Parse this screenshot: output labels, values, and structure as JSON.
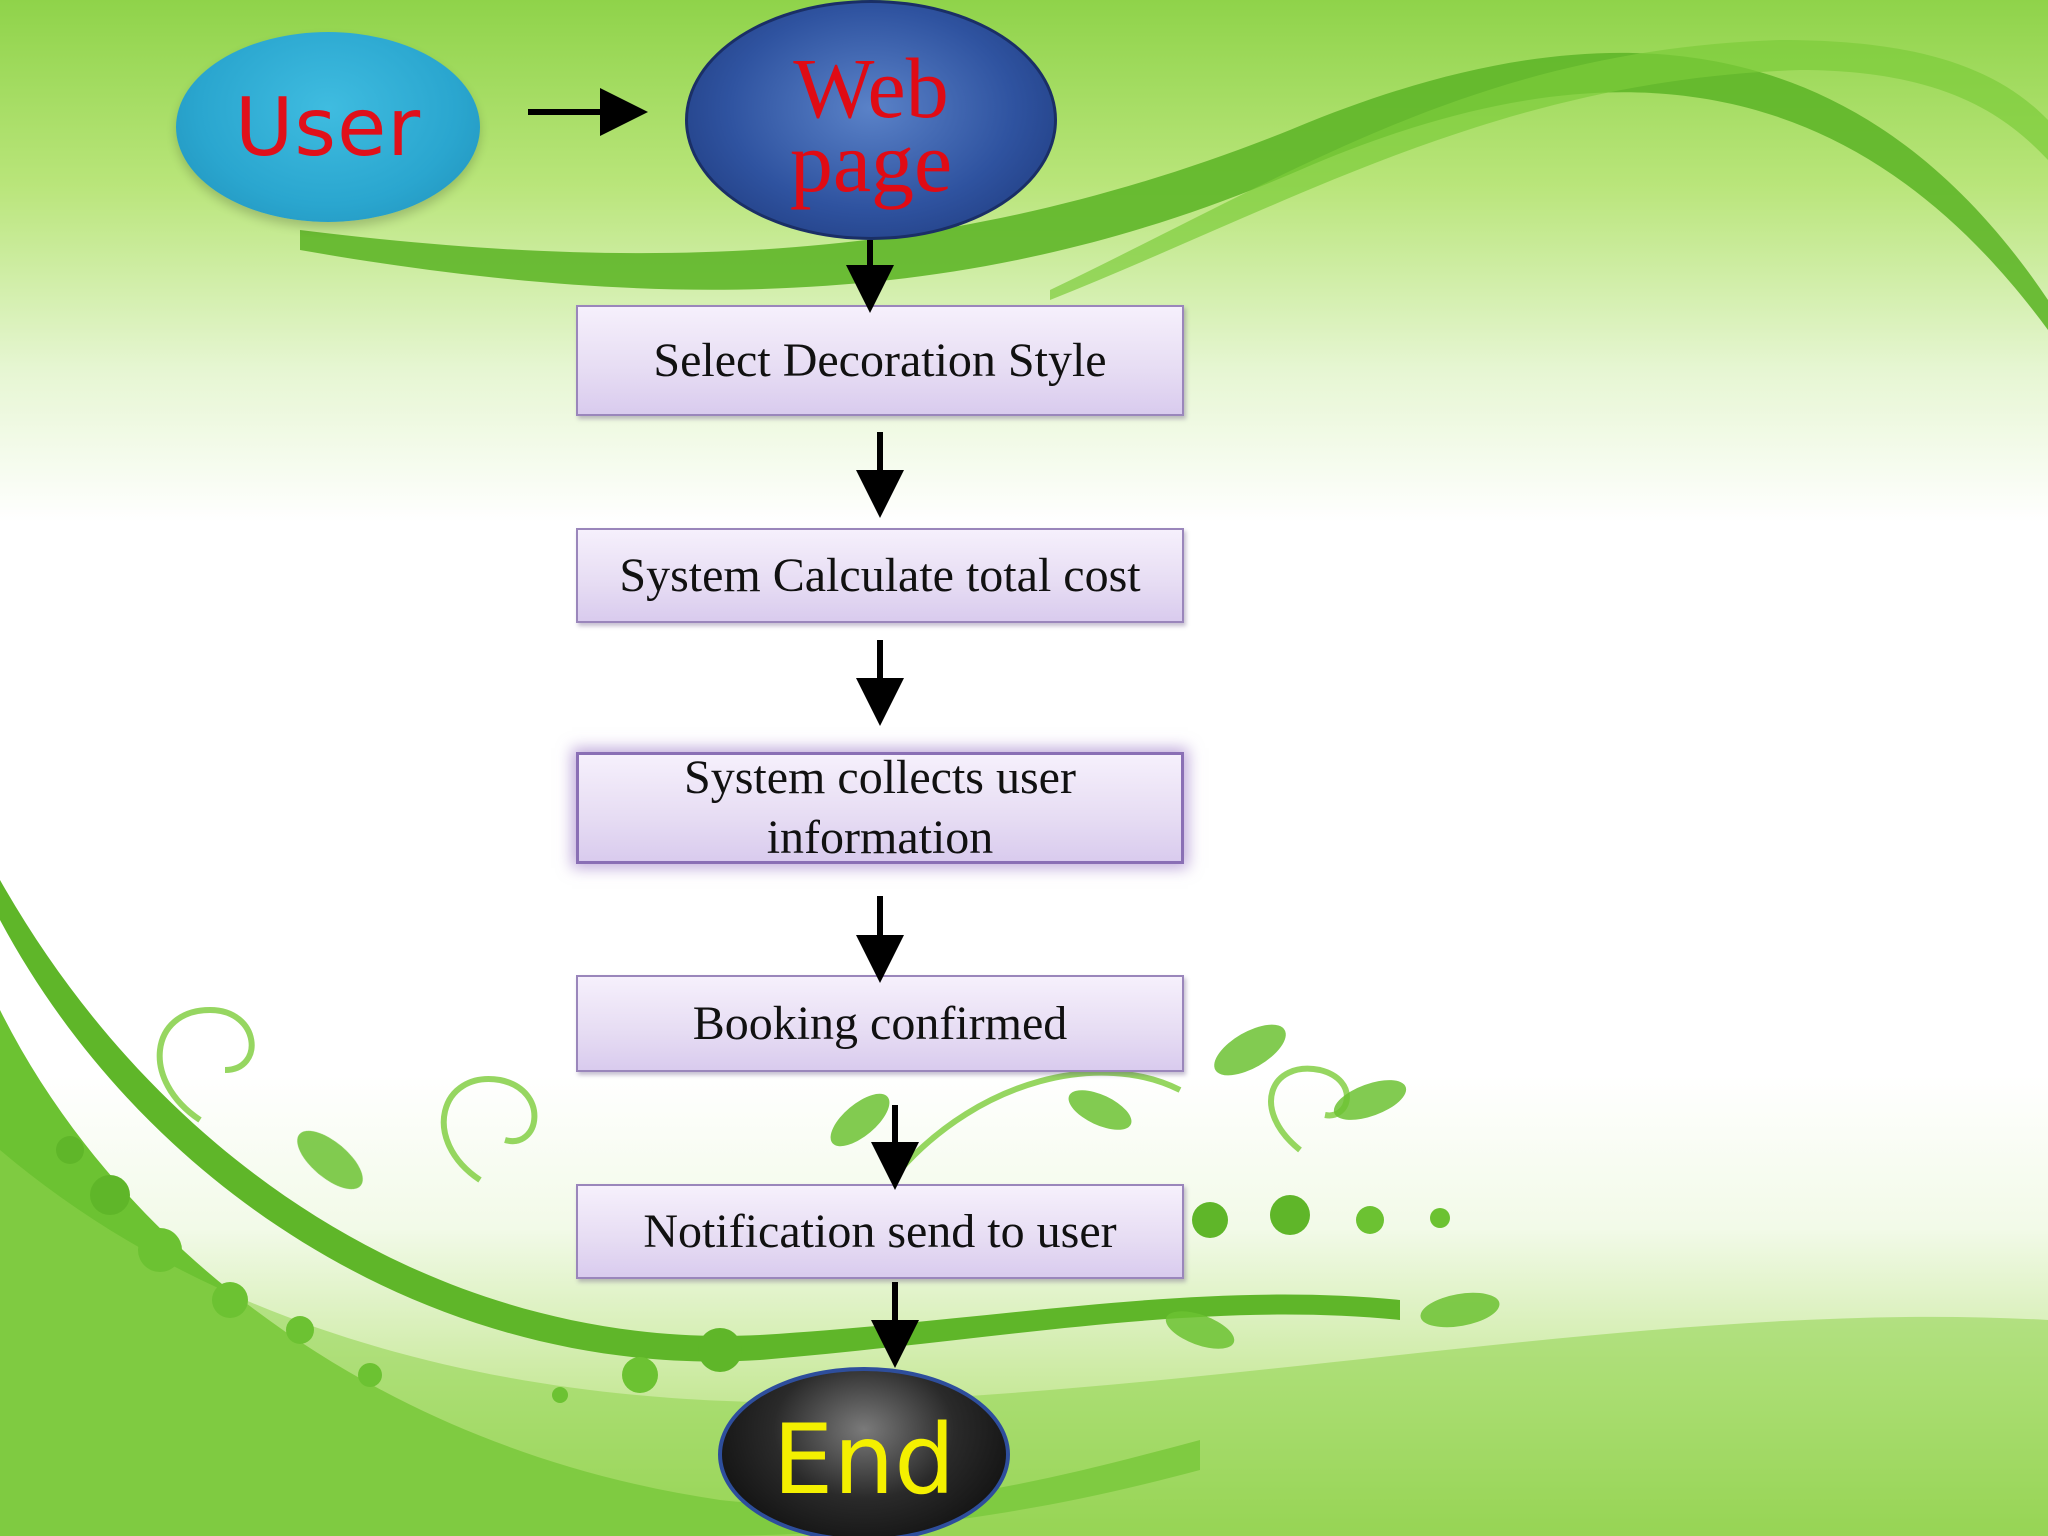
{
  "colors": {
    "user_fill": "#2aa6cf",
    "user_text": "#e0101a",
    "web_fill": "#2f53a0",
    "web_text": "#e00b14",
    "step_fill": "#e6dcf3",
    "end_fill": "#111111",
    "end_text": "#f4f000",
    "arrow": "#000000",
    "background_accent": "#6cbf2e"
  },
  "diagram": {
    "start_node": "User",
    "web_node": "Web page",
    "steps": [
      "Select Decoration Style",
      "System Calculate total cost",
      "System collects user information",
      "Booking confirmed",
      "Notification send to user"
    ],
    "end_node": "End"
  }
}
